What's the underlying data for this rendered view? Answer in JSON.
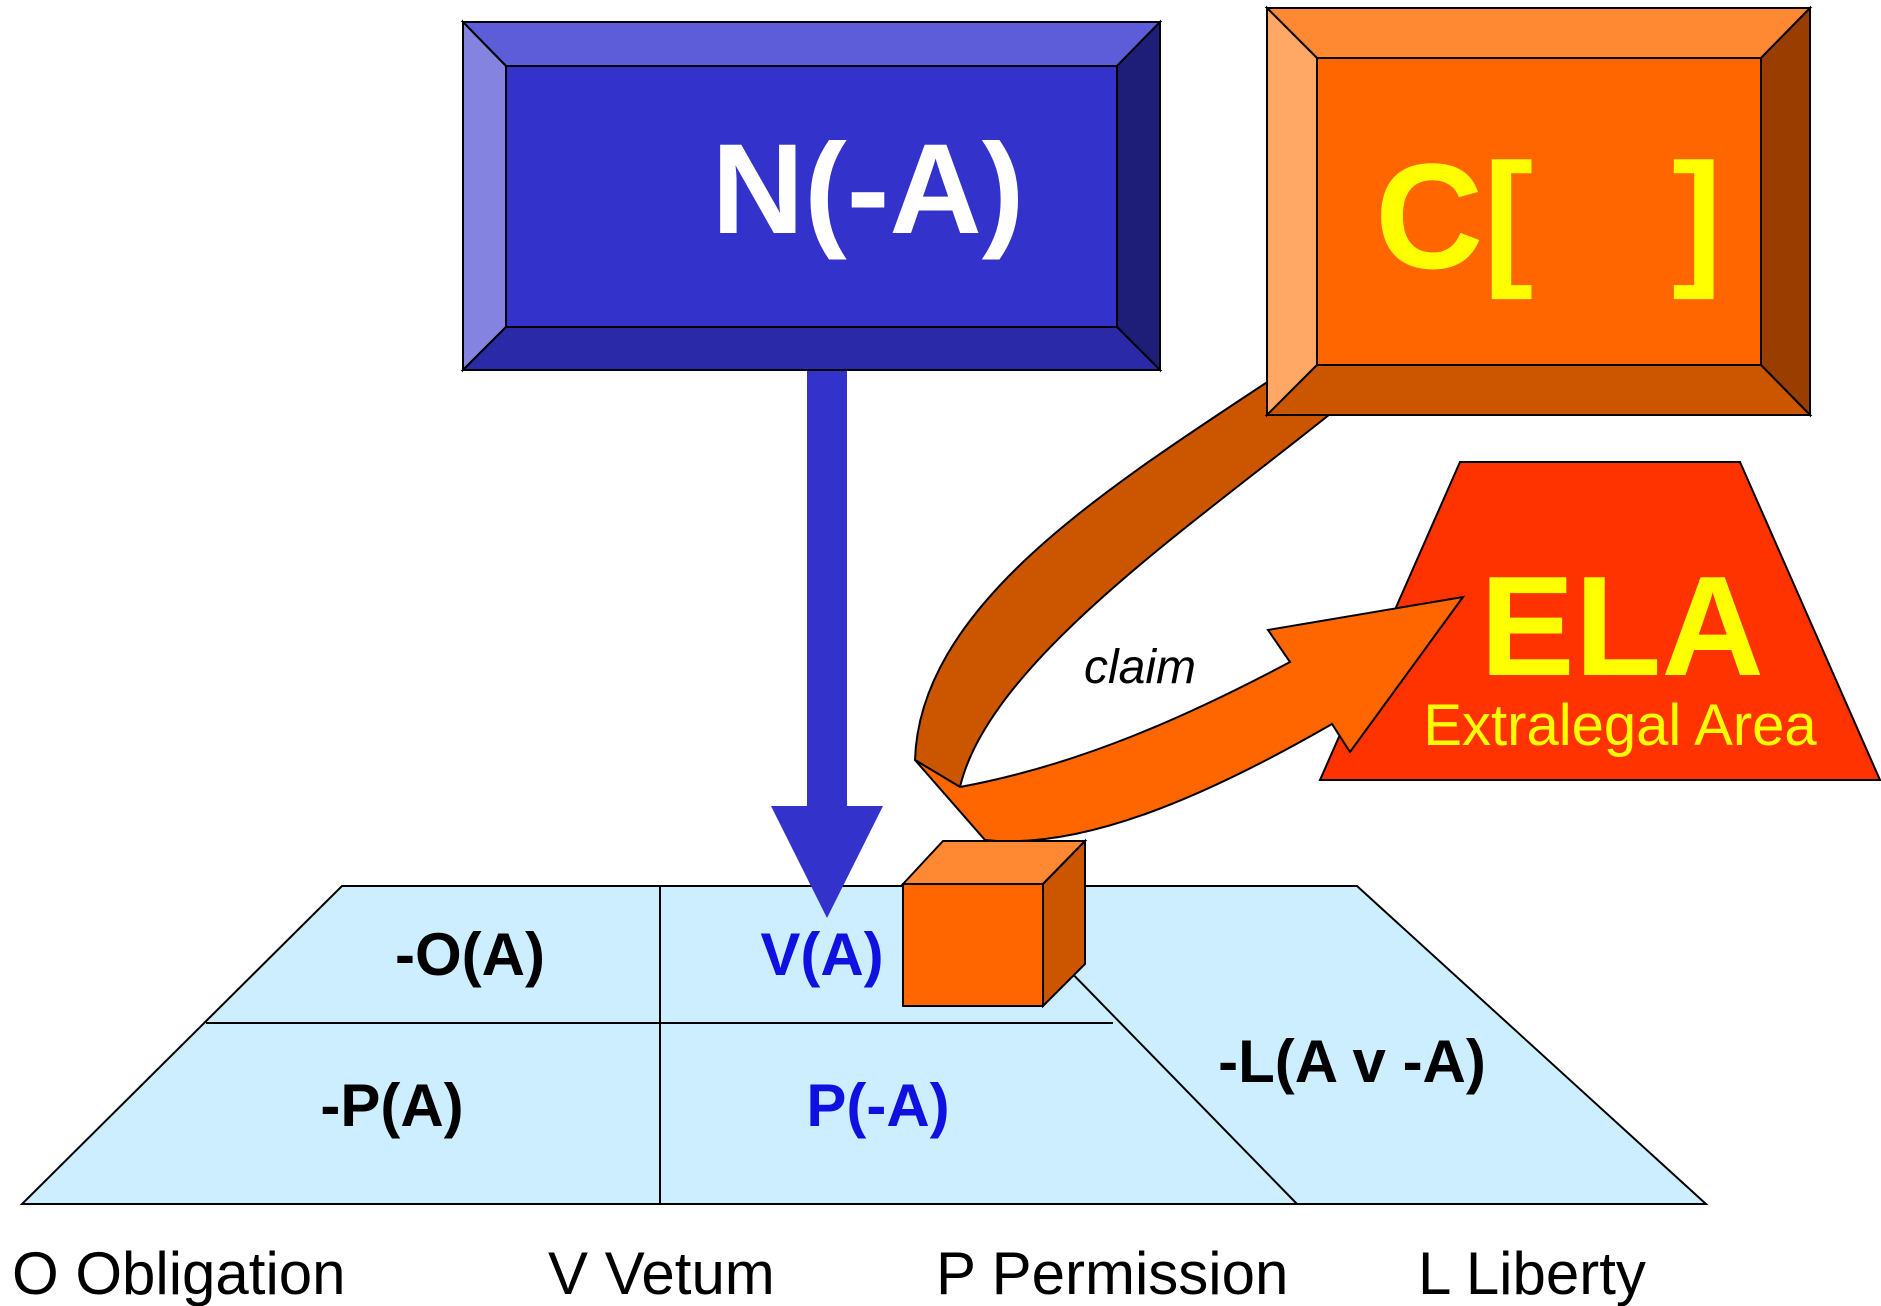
{
  "norm_box": {
    "label": "N(-A)"
  },
  "claim_box": {
    "label_left": "C[",
    "label_right": "]"
  },
  "ela": {
    "title": "ELA",
    "subtitle": "Extralegal Area"
  },
  "claim_arrow": {
    "label": "claim"
  },
  "grid": {
    "cells": [
      "-O(A)",
      "V(A)",
      "-P(A)",
      "P(-A)",
      "-L(A v -A)"
    ]
  },
  "legend": [
    "O Obligation",
    "V Vetum",
    "P Permission",
    "L Liberty"
  ],
  "colors": {
    "norm_blue": "#3333cc",
    "claim_orange": "#ff6600",
    "ela_red": "#ff3300",
    "grid_fill": "#cceeff",
    "accent_yellow": "#ffff00",
    "highlight_text_blue": "#1010e0"
  },
  "icons": {
    "block": "orange-cube-icon"
  }
}
